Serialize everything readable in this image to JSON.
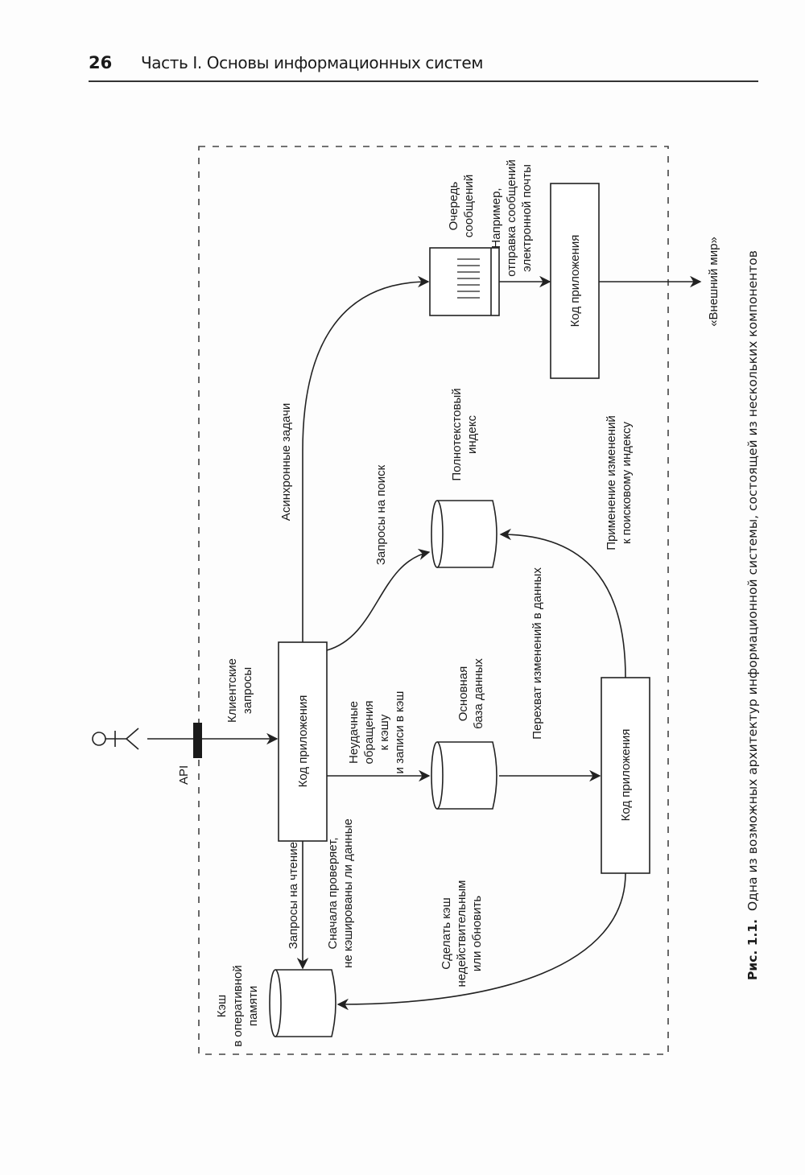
{
  "header": {
    "page_number": "26",
    "title": "Часть I. Основы информационных систем"
  },
  "diagram": {
    "actor_label": "",
    "api_label": "API",
    "nodes": {
      "app_main": "Код приложения",
      "app_change": "Код приложения",
      "app_queue": "Код приложения",
      "cache": [
        "Кэш",
        "в оперативной",
        "памяти"
      ],
      "main_db": [
        "Основная",
        "база данных"
      ],
      "index": [
        "Полнотекстовый",
        "индекс"
      ],
      "queue": [
        "Очередь",
        "сообщений"
      ],
      "outside": "«Внешний мир»"
    },
    "edges": {
      "client_requests": [
        "Клиентские",
        "запросы"
      ],
      "read_requests": "Запросы на чтение",
      "check_cache": [
        "Сначала проверяет,",
        "не кэшированы ли данные"
      ],
      "cache_miss": [
        "Неудачные",
        "обращения",
        "к кэшу",
        "и записи в кэш"
      ],
      "search_requests": "Запросы на поиск",
      "async_tasks": "Асинхронные задачи",
      "capture_changes": "Перехват изменений в данных",
      "apply_index": [
        "Применение изменений",
        "к поисковому индексу"
      ],
      "invalidate_cache": [
        "Сделать кэш",
        "недействительным",
        "или обновить"
      ],
      "email_example": [
        "Например,",
        "отправка сообщений",
        "электронной почты"
      ]
    }
  },
  "caption": {
    "label": "Рис. 1.1.",
    "text": "Одна из возможных архитектур информационной системы, состоящей из нескольких компонентов"
  }
}
